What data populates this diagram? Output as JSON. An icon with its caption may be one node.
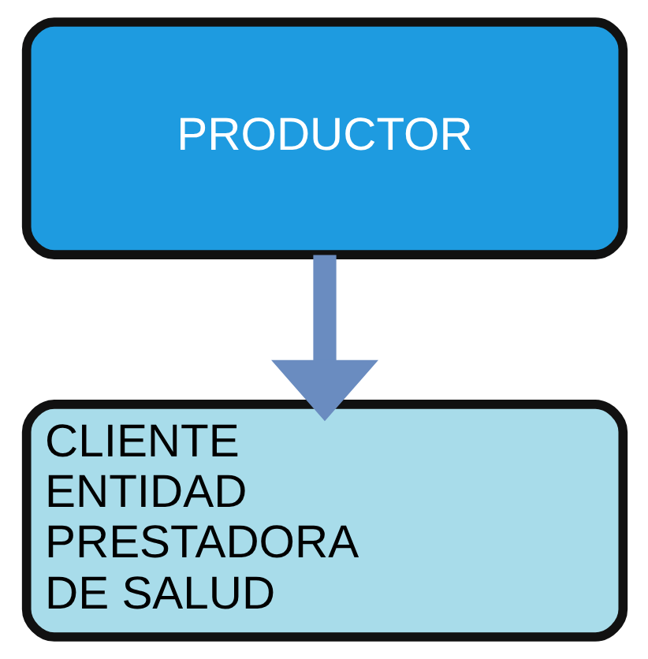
{
  "diagram": {
    "nodes": [
      {
        "text": [
          "PRODUCTOR"
        ]
      },
      {
        "text": [
          "CLIENTE ENTIDAD PRESTADORA DE SALUD"
        ]
      }
    ],
    "edges": [
      {
        "from": 0,
        "to": 1,
        "arrow": "to"
      }
    ]
  }
}
